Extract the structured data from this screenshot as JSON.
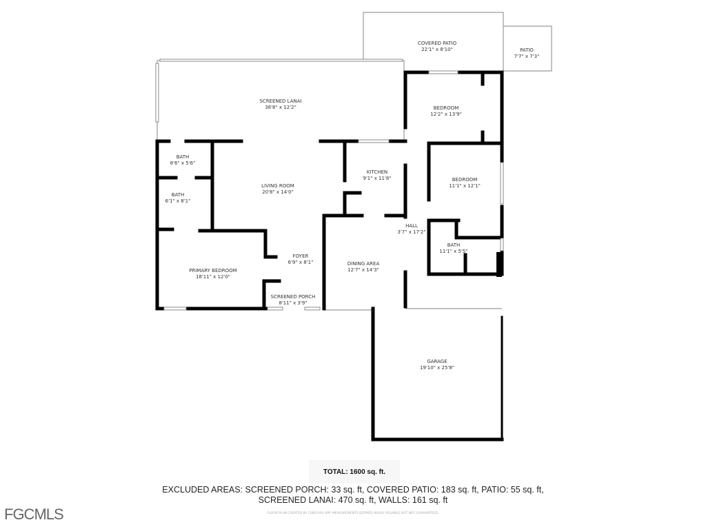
{
  "rooms": {
    "covered_patio": {
      "name": "COVERED PATIO",
      "dims": "22'1\" x 8'10\""
    },
    "patio": {
      "name": "PATIO",
      "dims": "7'7\" x 7'3\""
    },
    "screened_lanai": {
      "name": "SCREENED LANAI",
      "dims": "38'8\" x 12'2\""
    },
    "bedroom_1": {
      "name": "BEDROOM",
      "dims": "12'2\" x 13'9\""
    },
    "bath_1": {
      "name": "BATH",
      "dims": "8'6\" x 5'6\""
    },
    "kitchen": {
      "name": "KITCHEN",
      "dims": "9'1\" x 11'8\""
    },
    "bedroom_2": {
      "name": "BEDROOM",
      "dims": "11'1\" x 12'1\""
    },
    "living_room": {
      "name": "LIVING ROOM",
      "dims": "20'8\" x 14'0\""
    },
    "bath_2": {
      "name": "BATH",
      "dims": "6'1\" x 8'1\""
    },
    "hall": {
      "name": "HALL",
      "dims": "3'7\" x 17'2\""
    },
    "bath_3": {
      "name": "BATH",
      "dims": "11'1\" x 5'5\""
    },
    "foyer": {
      "name": "FOYER",
      "dims": "6'9\" x 8'1\""
    },
    "dining_area": {
      "name": "DINING AREA",
      "dims": "12'7\" x 14'3\""
    },
    "primary_bedroom": {
      "name": "PRIMARY BEDROOM",
      "dims": "18'11\" x 12'0\""
    },
    "screened_porch": {
      "name": "SCREENED PORCH",
      "dims": "8'11\" x 3'9\""
    },
    "garage": {
      "name": "GARAGE",
      "dims": "19'10\" x 25'8\""
    }
  },
  "summary": {
    "total": "TOTAL: 1600 sq. ft.",
    "excluded_line1": "EXCLUDED AREAS: SCREENED PORCH: 33 sq. ft, COVERED PATIO: 183 sq. ft, PATIO: 55 sq. ft,",
    "excluded_line2": "SCREENED LANAI: 470 sq. ft, WALLS: 161 sq. ft",
    "disclaimer": "FLOOR PLAN CREATED BY CUBICASA APP. MEASUREMENTS DEEMED HIGHLY RELIABLE BUT NOT GUARANTEED."
  },
  "watermark": "FGCMLS"
}
